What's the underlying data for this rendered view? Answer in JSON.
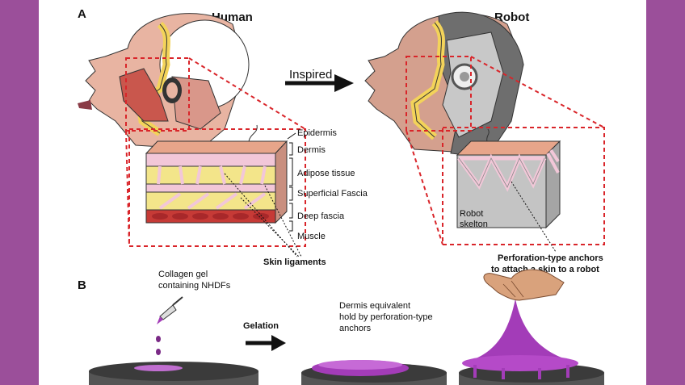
{
  "panel_a": {
    "letter": "A",
    "human_title": "Human",
    "robot_title": "Robot",
    "arrow_label": "Inspired",
    "human_layers": [
      "Epidermis",
      "Dermis",
      "Adipose tissue",
      "Superficial Fascia",
      "Deep fascia",
      "Muscle"
    ],
    "skin_ligaments": "Skin ligaments",
    "robot_skeleton": [
      "Robot",
      "skelton"
    ],
    "anchors_caption": [
      "Perforation-type anchors",
      "to attach a skin to a robot"
    ]
  },
  "panel_b": {
    "letter": "B",
    "collagen_label": [
      "Collagen gel",
      "containing NHDFs"
    ],
    "gelation_label": "Gelation",
    "dermis_label": [
      "Dermis equivalent",
      "hold by perforation-type",
      "anchors"
    ]
  },
  "colors": {
    "background": "#9b4f9a",
    "dashed_red": "#d9252a",
    "skin": "#e8b4a2",
    "fat_yellow": "#f3e58a",
    "dermis_pink": "#f2c7d8",
    "muscle_red": "#c63a36",
    "gel_purple": "#a33cb8",
    "robot_grey": "#bdbdbd"
  }
}
